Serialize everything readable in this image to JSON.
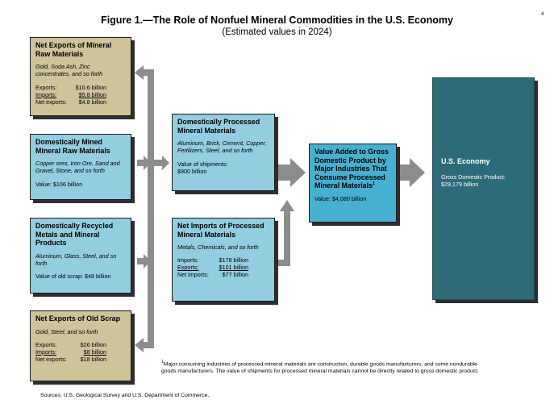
{
  "header": {
    "title": "Figure 1.—The Role of Nonfuel Mineral Commodities in the U.S. Economy",
    "subtitle": "(Estimated values in 2024)",
    "page_mark": "4"
  },
  "boxes": {
    "net_exports_raw": {
      "title": "Net Exports of Mineral Raw Materials",
      "examples": "Gold, Soda Ash, Zinc concentrates, and so forth",
      "rows": [
        {
          "label": "Exports:",
          "value": "$10.6 billion"
        },
        {
          "label": "Imports:",
          "value": "$5.8 billion"
        },
        {
          "label": "Net exports:",
          "value": "$4.8 billion"
        }
      ]
    },
    "domestic_mined": {
      "title": "Domestically Mined Mineral Raw Materials",
      "examples": "Copper ores, Iron Ore, Sand and Gravel, Stone, and so forth",
      "value": "Value:  $106 billion"
    },
    "domestic_recycled": {
      "title": "Domestically Recycled Metals and Mineral Products",
      "examples": "Aluminum, Glass, Steel, and so forth",
      "value": "Value of old scrap:  $48 billion"
    },
    "net_exports_scrap": {
      "title": "Net Exports of Old Scrap",
      "examples": "Gold, Steel, and so forth",
      "rows": [
        {
          "label": "Exports:",
          "value": "$26 billion"
        },
        {
          "label": "Imports:",
          "value": "$8 billion"
        },
        {
          "label": "Net exports:",
          "value": "$18 billion"
        }
      ]
    },
    "processed": {
      "title": "Domestically Processed Mineral Materials",
      "examples": "Aluminum, Brick, Cement, Copper, Fertilizers, Steel, and so forth",
      "value_label": "Value of shipments:",
      "value": "$900 billion"
    },
    "net_imports": {
      "title": "Net Imports of Processed Mineral Materials",
      "examples": "Metals, Chemicals, and so forth",
      "rows": [
        {
          "label": "Imports:",
          "value": "$178 billion"
        },
        {
          "label": "Exports:",
          "value": "$101 billion"
        },
        {
          "label": "Net imports:",
          "value": "$77 billion"
        }
      ]
    },
    "value_added": {
      "title": "Value Added to Gross Domestic Product by Major Industries That Consume Processed Mineral Materials",
      "title_sup": "1",
      "value": "Value:  $4,080 billion"
    },
    "economy": {
      "title": "U.S. Economy",
      "label": "Gross Domestic Product:",
      "value": "$29,179 billion"
    }
  },
  "footnote": {
    "marker": "1",
    "text": "Major consuming industries of processed mineral materials are construction, durable goods manufacturers, and some nondurable goods manufacturers. The value of shipments for processed mineral materials cannot be directly related to gross domestic product."
  },
  "sources": "Sources: U.S. Geological Survey and U.S. Department of Commerce.",
  "colors": {
    "tan_box": "#cfc39a",
    "light_blue_box": "#92cde0",
    "mid_blue_box": "#45b0cf",
    "dark_teal_box": "#2d6b78",
    "arrow_gray": "#8c8c8c"
  }
}
